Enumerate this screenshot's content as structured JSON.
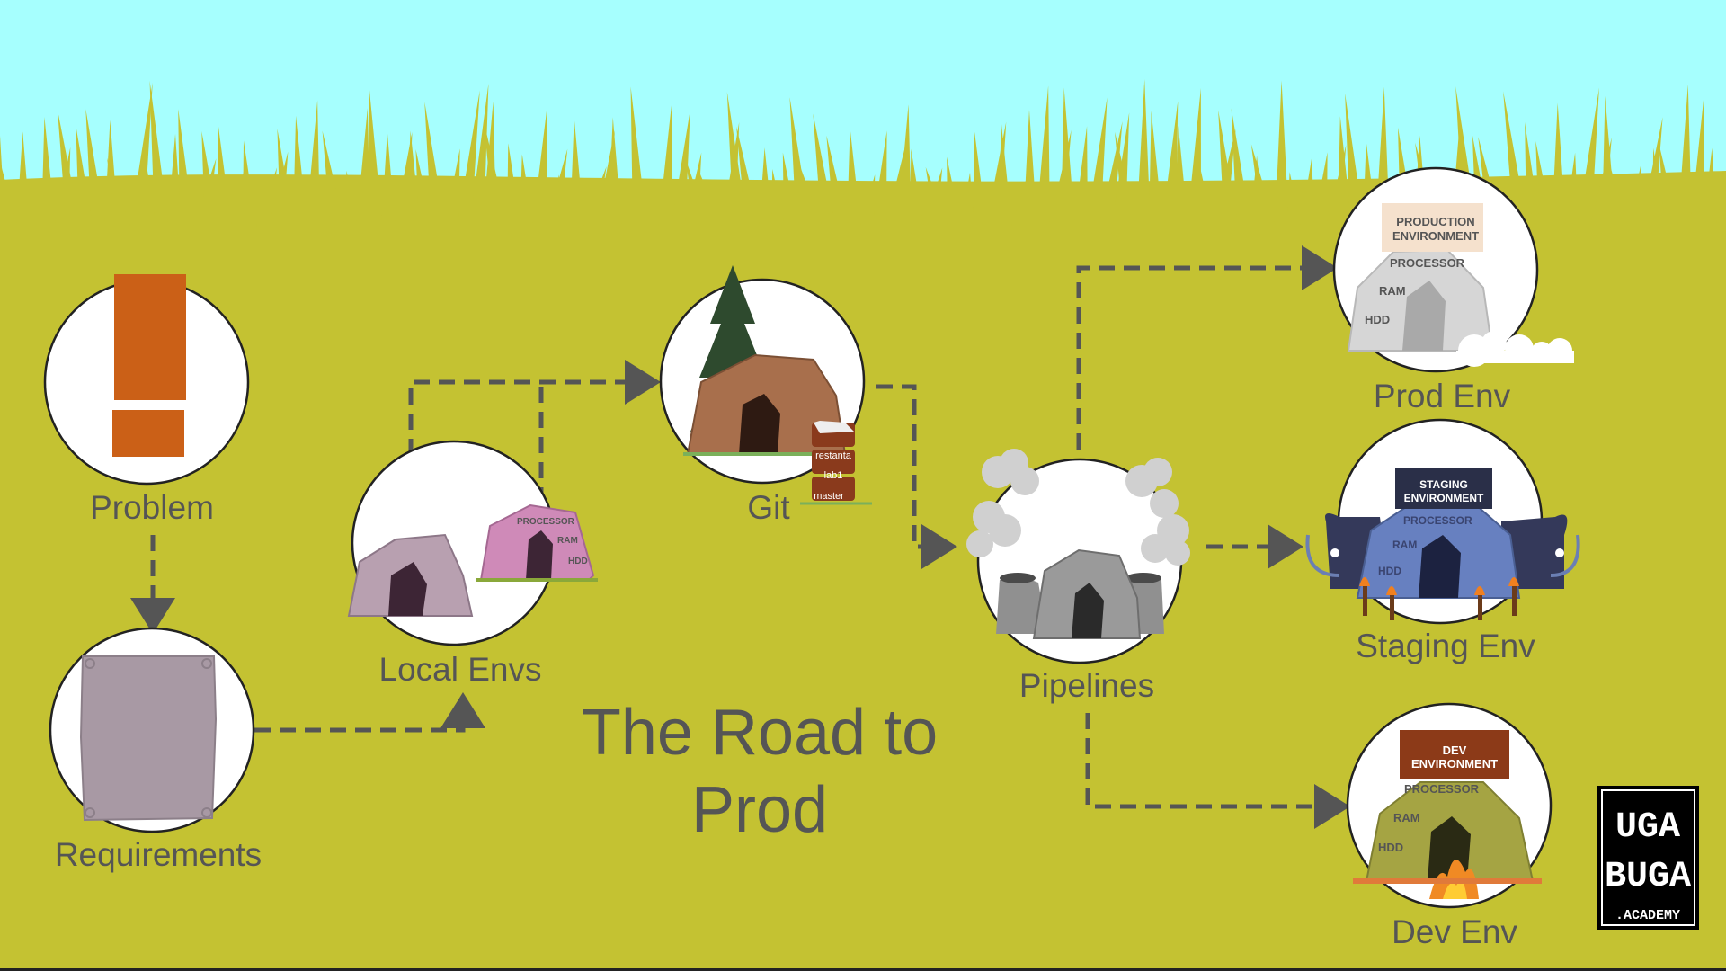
{
  "title": {
    "line1": "The Road to",
    "line2": "Prod"
  },
  "nodes": {
    "problem": {
      "label": "Problem",
      "icon": "exclamation-icon"
    },
    "requirements": {
      "label": "Requirements",
      "icon": "scroll-icon"
    },
    "local_envs": {
      "label": "Local Envs",
      "icon": "cave-icon",
      "tags": [
        "PROCESSOR",
        "RAM",
        "HDD"
      ]
    },
    "git": {
      "label": "Git",
      "icon": "cave-with-tree-icon",
      "branches": [
        "restanta",
        "lab1",
        "master"
      ]
    },
    "pipelines": {
      "label": "Pipelines",
      "icon": "smoking-cave-icon"
    },
    "prod_env": {
      "label": "Prod Env",
      "sign": [
        "PRODUCTION",
        "ENVIRONMENT"
      ],
      "tags": [
        "PROCESSOR",
        "RAM",
        "HDD"
      ]
    },
    "staging_env": {
      "label": "Staging Env",
      "sign": [
        "STAGING",
        "ENVIRONMENT"
      ],
      "tags": [
        "PROCESSOR",
        "RAM",
        "HDD"
      ]
    },
    "dev_env": {
      "label": "Dev Env",
      "sign": [
        "DEV",
        "ENVIRONMENT"
      ],
      "tags": [
        "PROCESSOR",
        "RAM",
        "HDD"
      ]
    }
  },
  "logo": {
    "line1": "UGA",
    "line2": "BUGA",
    "line3": ".ACADEMY"
  },
  "colors": {
    "sky": "#a6fffe",
    "grass": "#c4c232",
    "arrow": "#555555",
    "problem_orange": "#cb6017",
    "scroll": "#a899a4"
  }
}
